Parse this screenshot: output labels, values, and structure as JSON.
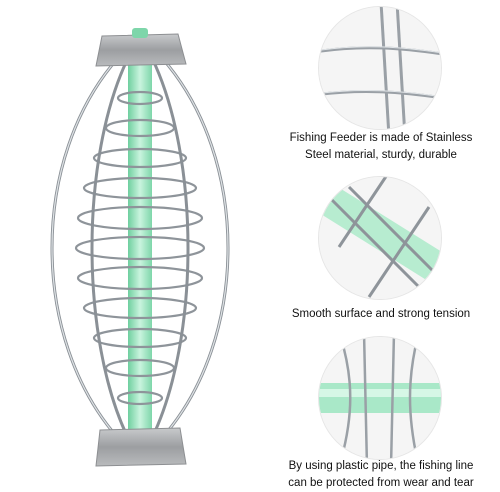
{
  "product": {
    "name": "Fishing Feeder",
    "colors": {
      "steel": "#9aa0a6",
      "steel_light": "#e9ecef",
      "tube": "#8fe0b6",
      "tube_light": "#c9f4de",
      "weight": "#a9abad"
    }
  },
  "features": [
    {
      "image_icon": "wire-closeup-icon",
      "caption_lines": [
        "Fishing Feeder is made of Stainless",
        "Steel material, sturdy, durable"
      ]
    },
    {
      "image_icon": "spring-closeup-icon",
      "caption_lines": [
        "Smooth surface and strong tension"
      ]
    },
    {
      "image_icon": "pipe-closeup-icon",
      "caption_lines": [
        "By using plastic pipe, the fishing line",
        "can be protected from wear and tear"
      ]
    }
  ]
}
